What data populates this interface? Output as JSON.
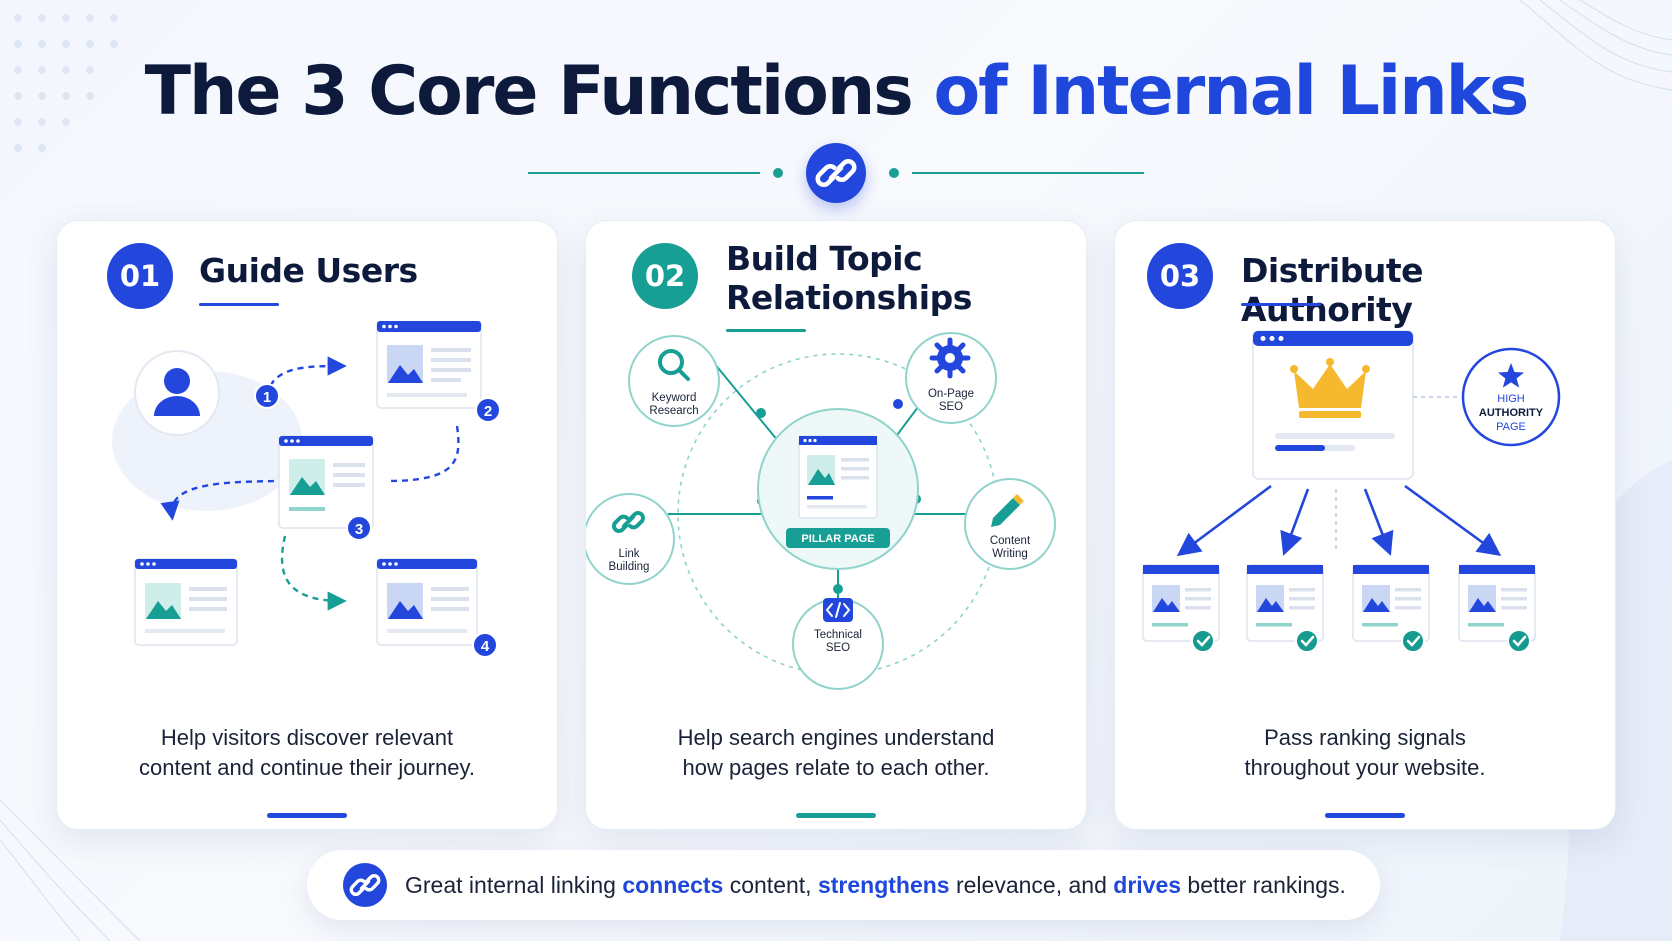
{
  "header": {
    "title_part1": "The 3 Core Functions",
    "title_part2": "of Internal Links"
  },
  "colors": {
    "blue": "#2347dc",
    "teal": "#179e95",
    "navy": "#0d1a3c",
    "gold": "#f5b82e",
    "check_green": "#169a8f"
  },
  "cards": [
    {
      "number": "01",
      "title": "Guide Users",
      "accent": "blue",
      "description": [
        "Help visitors discover relevant",
        "content and continue their journey."
      ],
      "steps": [
        "1",
        "2",
        "3",
        "4"
      ],
      "icons": [
        "user-icon",
        "browser-page-icon",
        "image-icon",
        "dashed-arrow-icon"
      ]
    },
    {
      "number": "02",
      "title": "Build Topic Relationships",
      "title_lines": [
        "Build Topic",
        "Relationships"
      ],
      "accent": "teal",
      "description": [
        "Help search engines understand",
        "how pages relate to each other."
      ],
      "pillar_label": "PILLAR PAGE",
      "nodes": [
        {
          "icon": "magnifier-icon",
          "lines": [
            "Keyword",
            "Research"
          ]
        },
        {
          "icon": "gear-icon",
          "lines": [
            "On-Page",
            "SEO"
          ]
        },
        {
          "icon": "link-icon",
          "lines": [
            "Link",
            "Building"
          ]
        },
        {
          "icon": "pencil-icon",
          "lines": [
            "Content",
            "Writing"
          ]
        },
        {
          "icon": "code-icon",
          "lines": [
            "Technical",
            "SEO"
          ]
        }
      ]
    },
    {
      "number": "03",
      "title": "Distribute Authority",
      "accent": "blue",
      "description": [
        "Pass ranking signals",
        "throughout your website."
      ],
      "authority_badge": [
        "HIGH",
        "AUTHORITY",
        "PAGE"
      ],
      "icons": [
        "crown-icon",
        "star-icon",
        "checkmark-icon"
      ],
      "child_pages": 4
    }
  ],
  "footer": {
    "icon": "link-icon",
    "text_parts": [
      {
        "text": "Great internal linking ",
        "emphasis": false
      },
      {
        "text": "connects",
        "emphasis": true
      },
      {
        "text": " content, ",
        "emphasis": false
      },
      {
        "text": "strengthens",
        "emphasis": true
      },
      {
        "text": " relevance, and ",
        "emphasis": false
      },
      {
        "text": "drives",
        "emphasis": true
      },
      {
        "text": " better rankings.",
        "emphasis": false
      }
    ]
  }
}
